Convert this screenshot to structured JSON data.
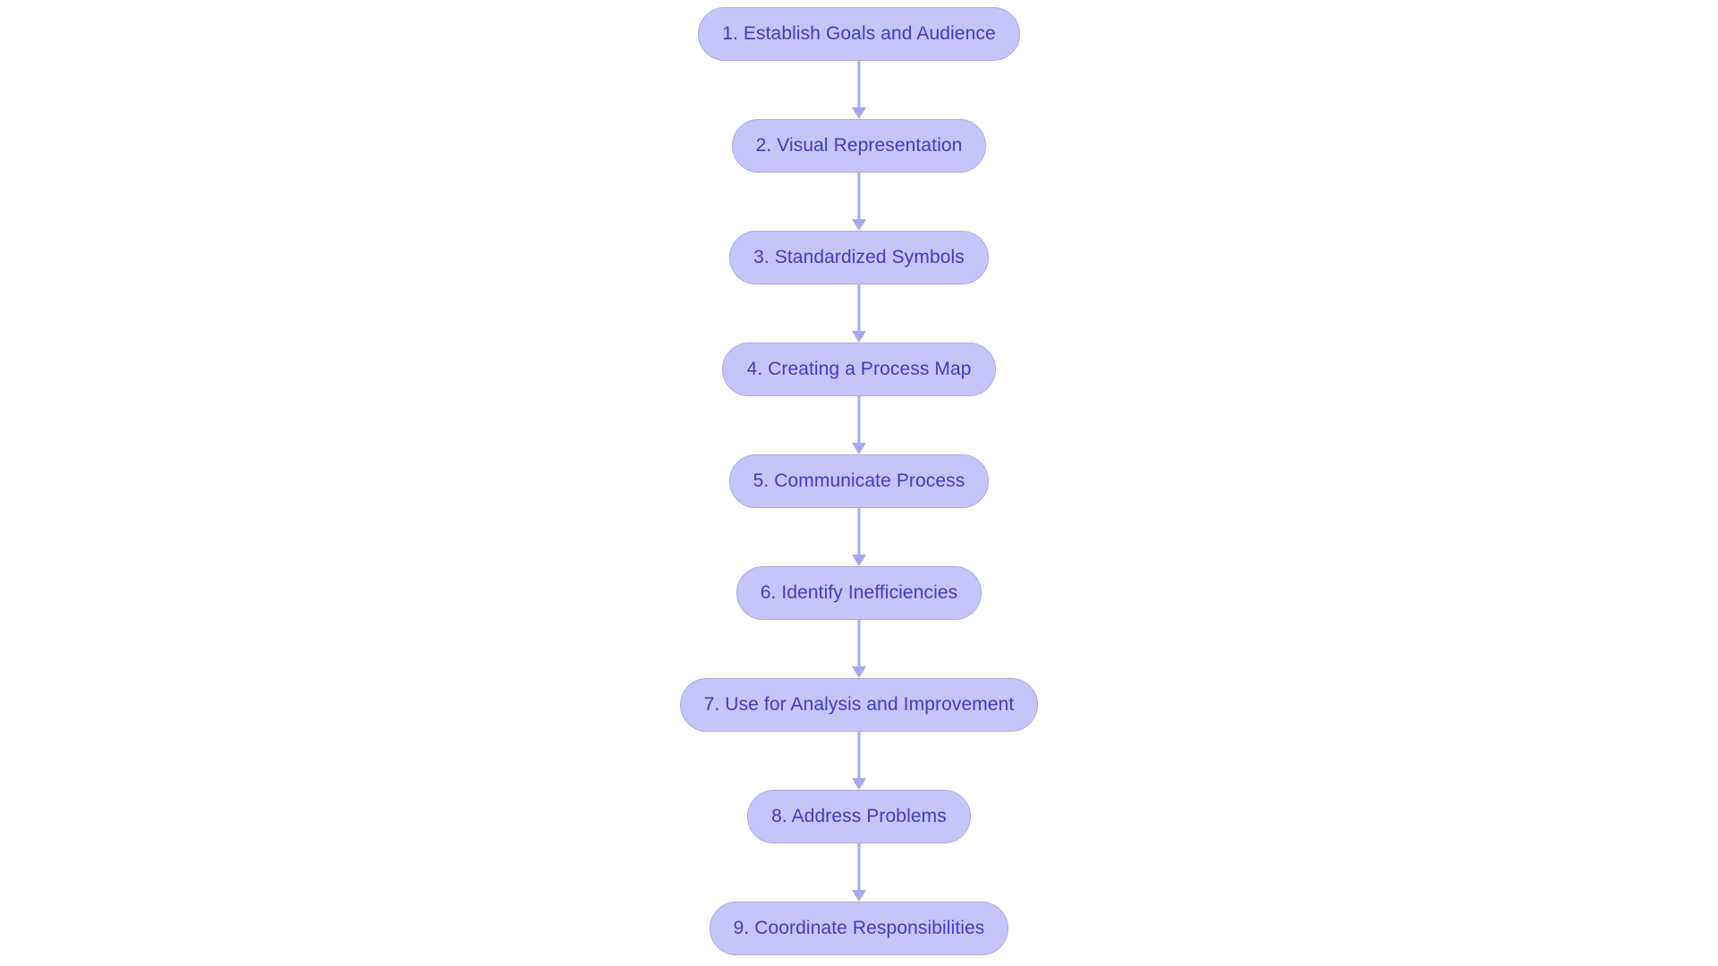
{
  "diagram": {
    "type": "flowchart",
    "orientation": "vertical-top-to-bottom",
    "background_color": "#ffffff",
    "node_fill_color": "#c5c6f7",
    "node_border_color": "#a8a9ef",
    "node_text_color": "#3b3fc4",
    "connector_color": "#a6a7f0",
    "node_shape": "stadium",
    "node_count": 9,
    "nodes": [
      {
        "id": "step-1",
        "label": "1. Establish Goals and Audience"
      },
      {
        "id": "step-2",
        "label": "2. Visual Representation"
      },
      {
        "id": "step-3",
        "label": "3. Standardized Symbols"
      },
      {
        "id": "step-4",
        "label": "4. Creating a Process Map"
      },
      {
        "id": "step-5",
        "label": "5. Communicate Process"
      },
      {
        "id": "step-6",
        "label": "6. Identify Inefficiencies"
      },
      {
        "id": "step-7",
        "label": "7. Use for Analysis and Improvement"
      },
      {
        "id": "step-8",
        "label": "8. Address Problems"
      },
      {
        "id": "step-9",
        "label": "9. Coordinate Responsibilities"
      }
    ],
    "edges": [
      {
        "from": "step-1",
        "to": "step-2"
      },
      {
        "from": "step-2",
        "to": "step-3"
      },
      {
        "from": "step-3",
        "to": "step-4"
      },
      {
        "from": "step-4",
        "to": "step-5"
      },
      {
        "from": "step-5",
        "to": "step-6"
      },
      {
        "from": "step-6",
        "to": "step-7"
      },
      {
        "from": "step-7",
        "to": "step-8"
      },
      {
        "from": "step-8",
        "to": "step-9"
      }
    ]
  }
}
